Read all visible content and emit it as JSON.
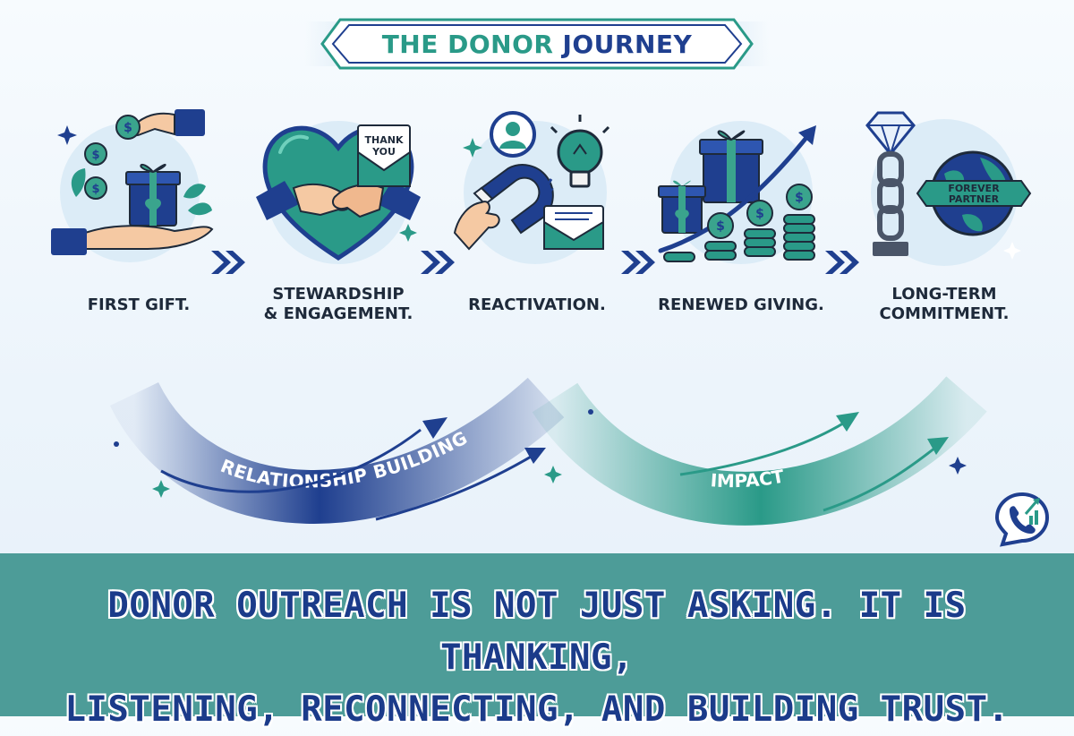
{
  "title": {
    "part1": "THE DONOR",
    "part2": "JOURNEY"
  },
  "stages": [
    {
      "label": "FIRST GIFT.",
      "icon": "hands-gift-coins-icon"
    },
    {
      "label": "STEWARDSHIP\n& ENGAGEMENT.",
      "icon": "heart-handshake-icon",
      "note_text": "THANK\nYOU"
    },
    {
      "label": "REACTIVATION.",
      "icon": "magnet-lightbulb-icon"
    },
    {
      "label": "RENEWED GIVING.",
      "icon": "gifts-coins-growth-icon"
    },
    {
      "label": "LONG-TERM\nCOMMITMENT.",
      "icon": "diamond-chain-globe-icon",
      "badge_text": "FOREVER\nPARTNER"
    }
  ],
  "arcs": {
    "left_label": "RELATIONSHIP BUILDING",
    "right_label": "IMPACT"
  },
  "footer": {
    "line1": "DONOR OUTREACH IS NOT JUST ASKING. IT IS THANKING,",
    "line2": "LISTENING, RECONNECTING, AND BUILDING TRUST."
  },
  "colors": {
    "navy": "#1f3f8f",
    "teal": "#2a9a88",
    "footer_bg": "#4d9c98",
    "light_circle": "#dcecf7"
  }
}
